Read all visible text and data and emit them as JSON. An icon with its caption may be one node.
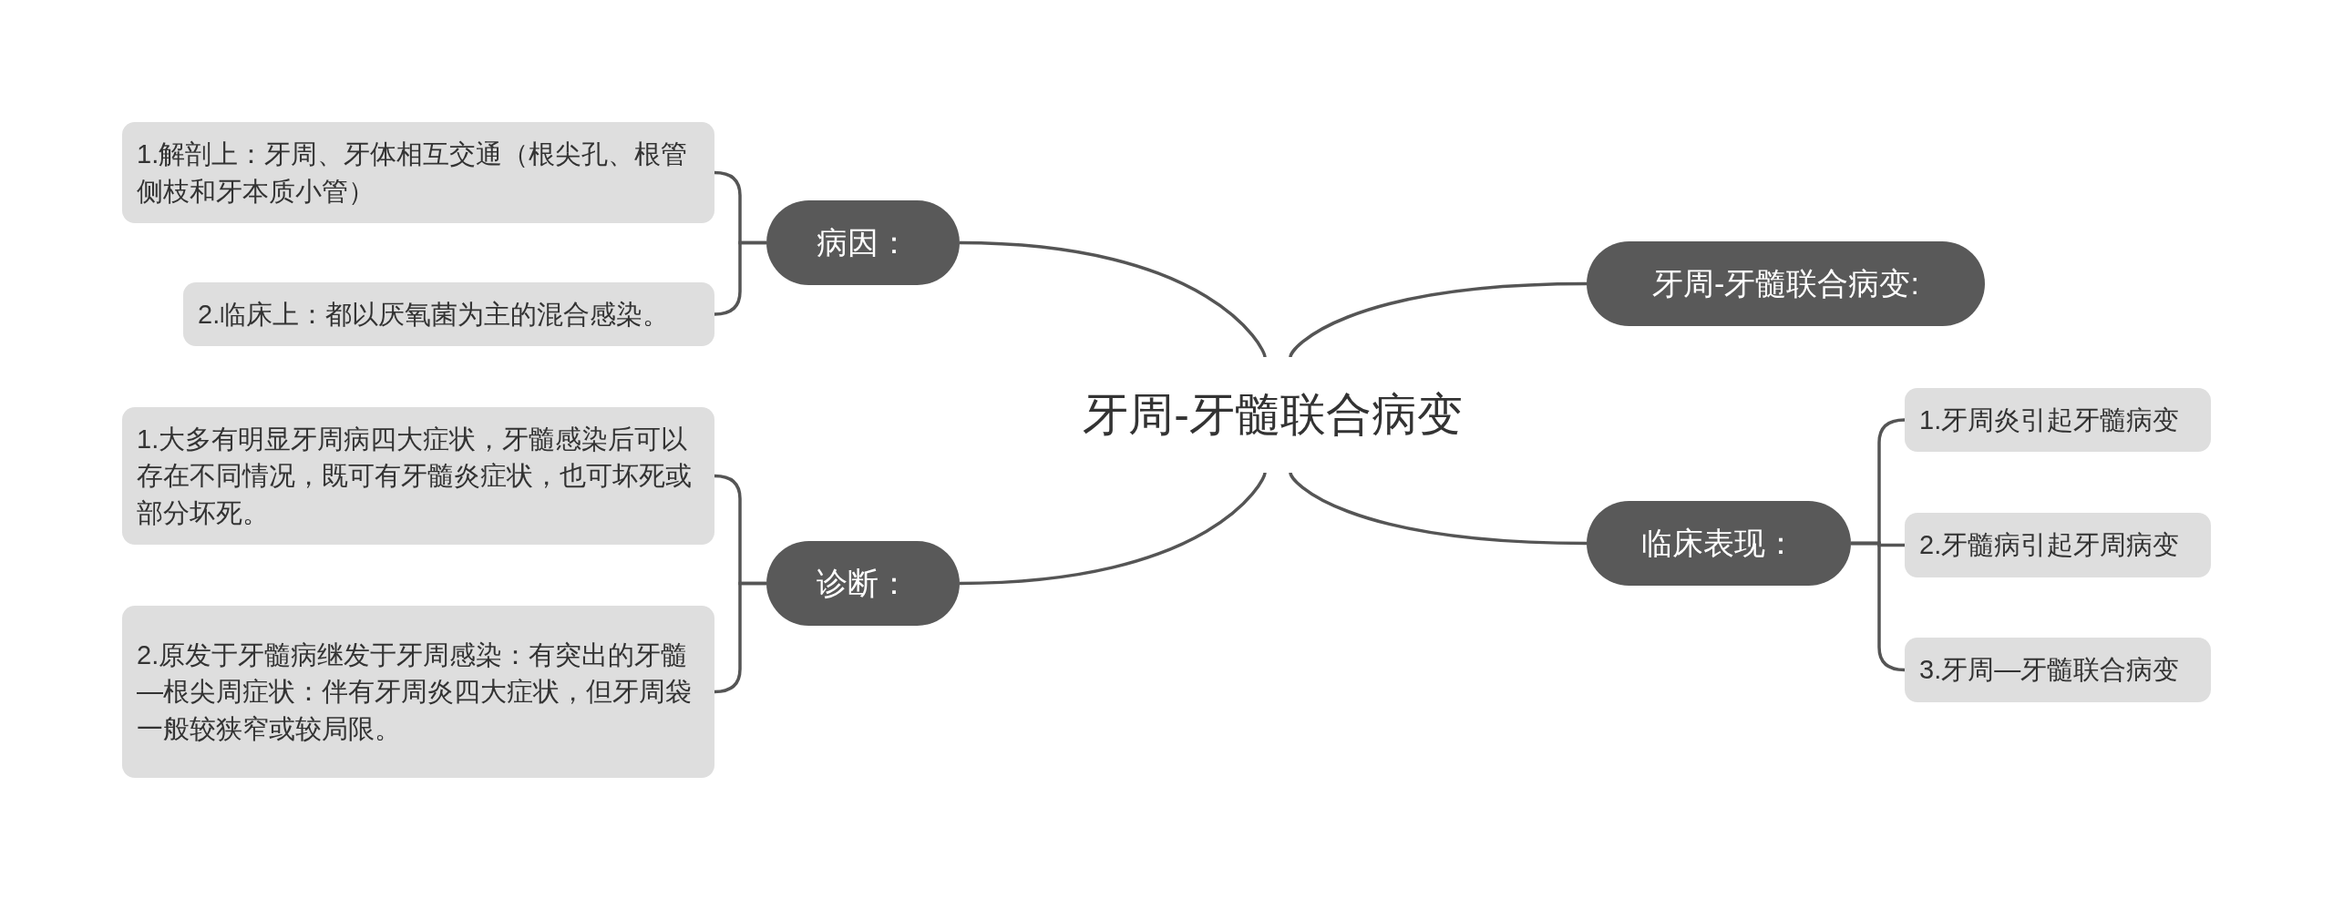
{
  "diagram": {
    "nodes": [
      {
        "text": [
          "牙周-牙髓联合病变"
        ]
      },
      {
        "text": [
          "病因："
        ]
      },
      {
        "text": [
          "1.解剖上：牙周、牙体相互交通（根尖孔、根管侧枝和牙本质小管）"
        ]
      },
      {
        "text": [
          "2.临床上：都以厌氧菌为主的混合感染。"
        ]
      },
      {
        "text": [
          "诊断："
        ]
      },
      {
        "text": [
          "1.大多有明显牙周病四大症状，牙髓感染后可以存在不同情况，既可有牙髓炎症状，也可坏死或部分坏死。"
        ]
      },
      {
        "text": [
          "2.原发于牙髓病继发于牙周感染：有突出的牙髓—根尖周症状：伴有牙周炎四大症状，但牙周袋一般较狭窄或较局限。"
        ]
      },
      {
        "text": [
          "牙周-牙髓联合病变:"
        ]
      },
      {
        "text": [
          "临床表现："
        ]
      },
      {
        "text": [
          "1.牙周炎引起牙髓病变"
        ]
      },
      {
        "text": [
          "2.牙髓病引起牙周病变"
        ]
      },
      {
        "text": [
          "3.牙周—牙髓联合病变"
        ]
      }
    ],
    "edges": [
      {
        "from": 0,
        "to": 1,
        "arrow": "none"
      },
      {
        "from": 1,
        "to": 2,
        "arrow": "none"
      },
      {
        "from": 1,
        "to": 3,
        "arrow": "none"
      },
      {
        "from": 0,
        "to": 4,
        "arrow": "none"
      },
      {
        "from": 4,
        "to": 5,
        "arrow": "none"
      },
      {
        "from": 4,
        "to": 6,
        "arrow": "none"
      },
      {
        "from": 0,
        "to": 7,
        "arrow": "none"
      },
      {
        "from": 0,
        "to": 8,
        "arrow": "none"
      },
      {
        "from": 8,
        "to": 9,
        "arrow": "none"
      },
      {
        "from": 8,
        "to": 10,
        "arrow": "none"
      },
      {
        "from": 8,
        "to": 11,
        "arrow": "none"
      }
    ]
  }
}
